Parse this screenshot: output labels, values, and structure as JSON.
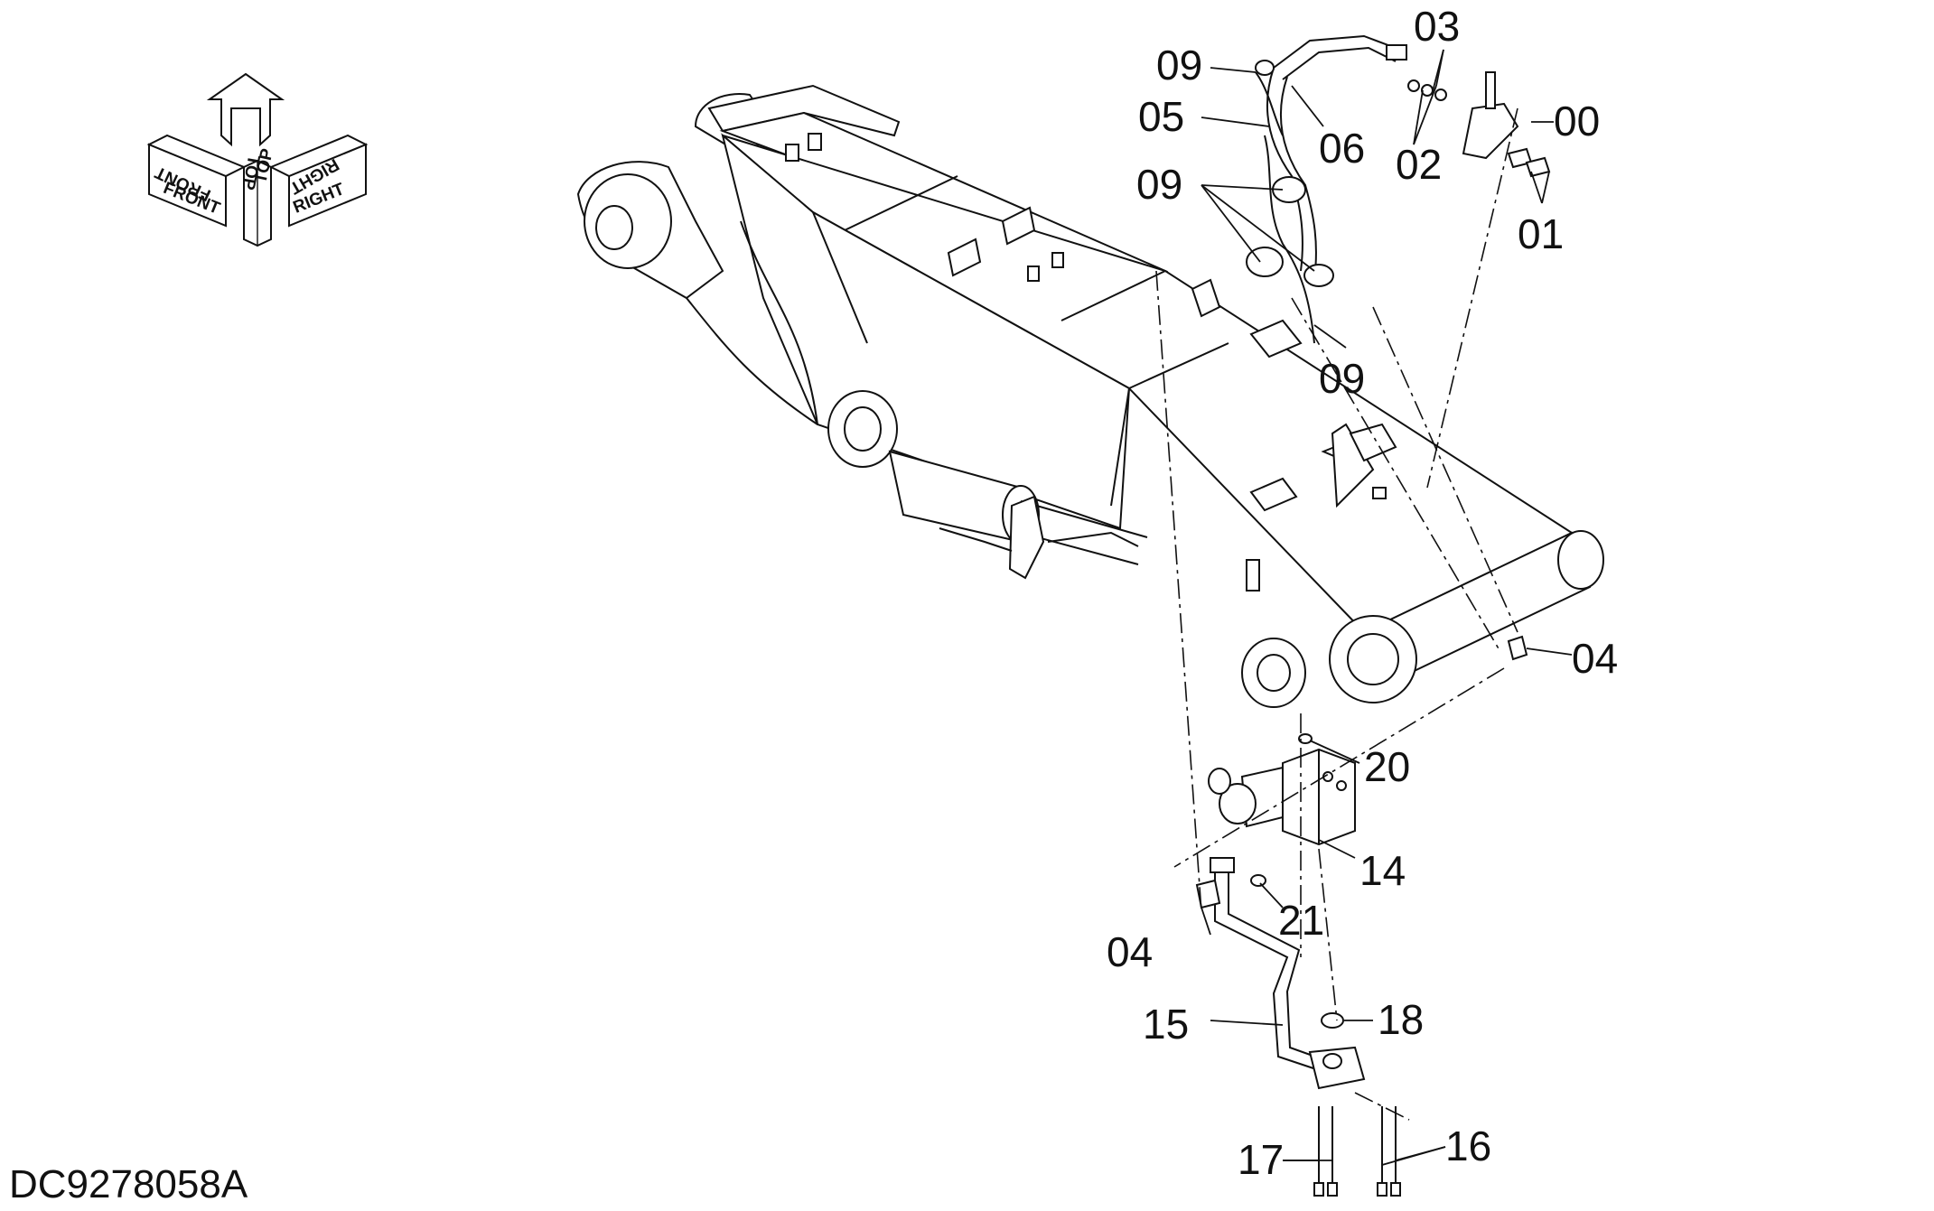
{
  "drawing_id": "DC9278058A",
  "orientation_labels": {
    "front_1": "FRONT",
    "front_2": "FRONT",
    "top_1": "TOP",
    "top_2": "TOP",
    "right_1": "RIGHT",
    "right_2": "RIGHT"
  },
  "callouts": {
    "c00": "00",
    "c01": "01",
    "c02": "02",
    "c03": "03",
    "c04a": "04",
    "c04b": "04",
    "c05": "05",
    "c06": "06",
    "c09a": "09",
    "c09b": "09",
    "c09c": "09",
    "c14": "14",
    "c15": "15",
    "c16": "16",
    "c17": "17",
    "c18": "18",
    "c20": "20",
    "c21": "21"
  }
}
